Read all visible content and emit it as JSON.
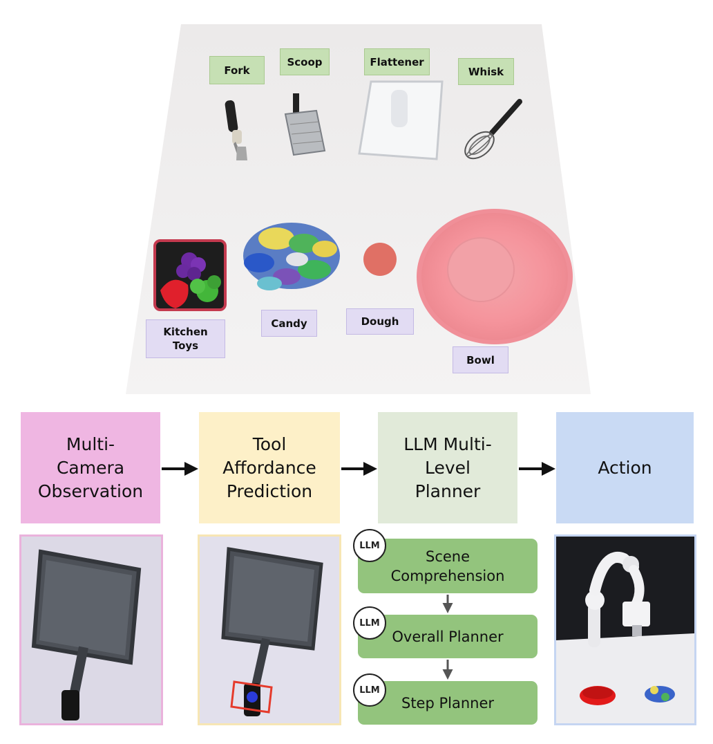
{
  "scene": {
    "tools": [
      "Fork",
      "Scoop",
      "Flattener",
      "Whisk"
    ],
    "objects": [
      "Kitchen\nToys",
      "Candy",
      "Dough",
      "Bowl"
    ]
  },
  "pipeline": {
    "stages": [
      "Multi-\nCamera\nObservation",
      "Tool\nAffordance\nPrediction",
      "LLM Multi-\nLevel\nPlanner",
      "Action"
    ],
    "planner_steps": [
      "Scene\nComprehension",
      "Overall Planner",
      "Step Planner"
    ],
    "llm_badge": "LLM"
  },
  "colors": {
    "observation": "#efb6e2",
    "affordance": "#fdf0c8",
    "planner": "#e1ead9",
    "action": "#c9daf4",
    "planner_box": "#93c47d",
    "tool_label": "#c6e0b4",
    "object_label": "#e2dcf3"
  }
}
